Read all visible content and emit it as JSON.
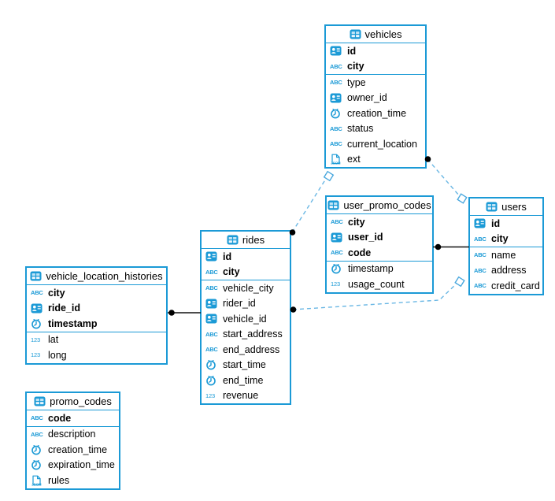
{
  "colors": {
    "accent": "#1b9ad6",
    "dashed_relation_line": "#6ab7e4",
    "solid_relation_line": "#111111",
    "relation_dot": "#000000",
    "background": "#ffffff",
    "text": "#000000"
  },
  "icon_labels": {
    "text": "ABC",
    "number": "123",
    "json": "JSON"
  },
  "tables": [
    {
      "id": "vehicles",
      "name": "vehicles",
      "keys": [
        {
          "name": "id",
          "type": "id"
        },
        {
          "name": "city",
          "type": "text"
        }
      ],
      "columns": [
        {
          "name": "type",
          "type": "text"
        },
        {
          "name": "owner_id",
          "type": "id"
        },
        {
          "name": "creation_time",
          "type": "time"
        },
        {
          "name": "status",
          "type": "text"
        },
        {
          "name": "current_location",
          "type": "text"
        },
        {
          "name": "ext",
          "type": "json"
        }
      ]
    },
    {
      "id": "user_promo_codes",
      "name": "user_promo_codes",
      "keys": [
        {
          "name": "city",
          "type": "text"
        },
        {
          "name": "user_id",
          "type": "id"
        },
        {
          "name": "code",
          "type": "text"
        }
      ],
      "columns": [
        {
          "name": "timestamp",
          "type": "time"
        },
        {
          "name": "usage_count",
          "type": "number"
        }
      ]
    },
    {
      "id": "users",
      "name": "users",
      "keys": [
        {
          "name": "id",
          "type": "id"
        },
        {
          "name": "city",
          "type": "text"
        }
      ],
      "columns": [
        {
          "name": "name",
          "type": "text"
        },
        {
          "name": "address",
          "type": "text"
        },
        {
          "name": "credit_card",
          "type": "text"
        }
      ]
    },
    {
      "id": "rides",
      "name": "rides",
      "keys": [
        {
          "name": "id",
          "type": "id"
        },
        {
          "name": "city",
          "type": "text"
        }
      ],
      "columns": [
        {
          "name": "vehicle_city",
          "type": "text"
        },
        {
          "name": "rider_id",
          "type": "id"
        },
        {
          "name": "vehicle_id",
          "type": "id"
        },
        {
          "name": "start_address",
          "type": "text"
        },
        {
          "name": "end_address",
          "type": "text"
        },
        {
          "name": "start_time",
          "type": "time"
        },
        {
          "name": "end_time",
          "type": "time"
        },
        {
          "name": "revenue",
          "type": "number"
        }
      ]
    },
    {
      "id": "vehicle_location_histories",
      "name": "vehicle_location_histories",
      "keys": [
        {
          "name": "city",
          "type": "text"
        },
        {
          "name": "ride_id",
          "type": "id"
        },
        {
          "name": "timestamp",
          "type": "time"
        }
      ],
      "columns": [
        {
          "name": "lat",
          "type": "number"
        },
        {
          "name": "long",
          "type": "number"
        }
      ]
    },
    {
      "id": "promo_codes",
      "name": "promo_codes",
      "keys": [
        {
          "name": "code",
          "type": "text"
        }
      ],
      "columns": [
        {
          "name": "description",
          "type": "text"
        },
        {
          "name": "creation_time",
          "type": "time"
        },
        {
          "name": "expiration_time",
          "type": "time"
        },
        {
          "name": "rules",
          "type": "json"
        }
      ]
    }
  ],
  "relations": [
    {
      "from": "vehicle_location_histories",
      "to": "rides",
      "style": "solid"
    },
    {
      "from": "user_promo_codes",
      "to": "users",
      "style": "solid"
    },
    {
      "from": "rides",
      "to": "vehicles",
      "style": "dashed"
    },
    {
      "from": "vehicles",
      "to": "users",
      "style": "dashed"
    },
    {
      "from": "rides",
      "to": "users",
      "style": "dashed"
    }
  ]
}
